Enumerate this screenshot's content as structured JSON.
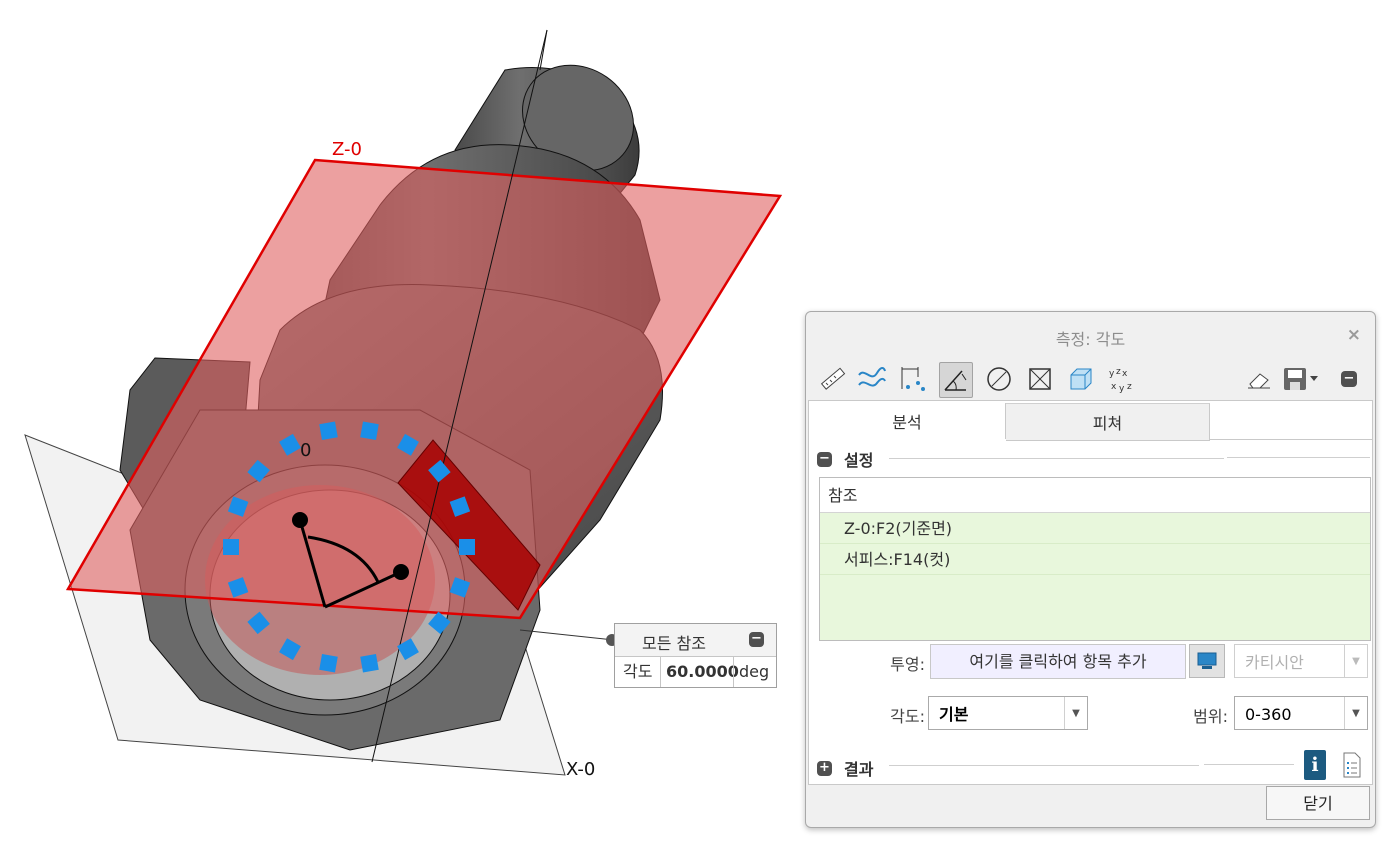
{
  "viewport": {
    "plane_labels": {
      "z": "Z-0",
      "x": "X-0",
      "y_partial": "0"
    },
    "callout": {
      "title": "모든 참조",
      "toggle": "−",
      "quantity": "각도",
      "value": "60.0000",
      "unit": "deg"
    },
    "colors": {
      "plane_red": "#e06060",
      "plane_edge": "#e00000",
      "highlight_blue": "#1a8fe8",
      "part_gray": "#555555"
    }
  },
  "dialog": {
    "title": "측정: 각도",
    "close_icon": "×",
    "toolbar": {
      "tools": [
        "length-tool",
        "curve-tool",
        "distance-tool",
        "angle-tool",
        "diameter-tool",
        "area-tool",
        "volume-tool",
        "transform-tool"
      ],
      "active_tool": "angle-tool",
      "right_tools": [
        "eraser-icon",
        "save-icon",
        "collapse-icon"
      ]
    },
    "tabs": [
      {
        "label": "분석"
      },
      {
        "label": "피쳐"
      }
    ],
    "setup": {
      "toggle": "−",
      "title": "설정",
      "references": {
        "header": "참조",
        "rows": [
          "Z-0:F2(기준면)",
          "서피스:F14(컷)"
        ]
      },
      "projection": {
        "label": "투영:",
        "collector_text": "여기를 클릭하여 항목 추가",
        "coordinate_value": "카티시안"
      },
      "angle": {
        "label": "각도:",
        "value": "기본"
      },
      "range": {
        "label": "범위:",
        "value": "0-360"
      }
    },
    "results": {
      "toggle": "+",
      "title": "결과"
    },
    "close_button": "닫기"
  }
}
